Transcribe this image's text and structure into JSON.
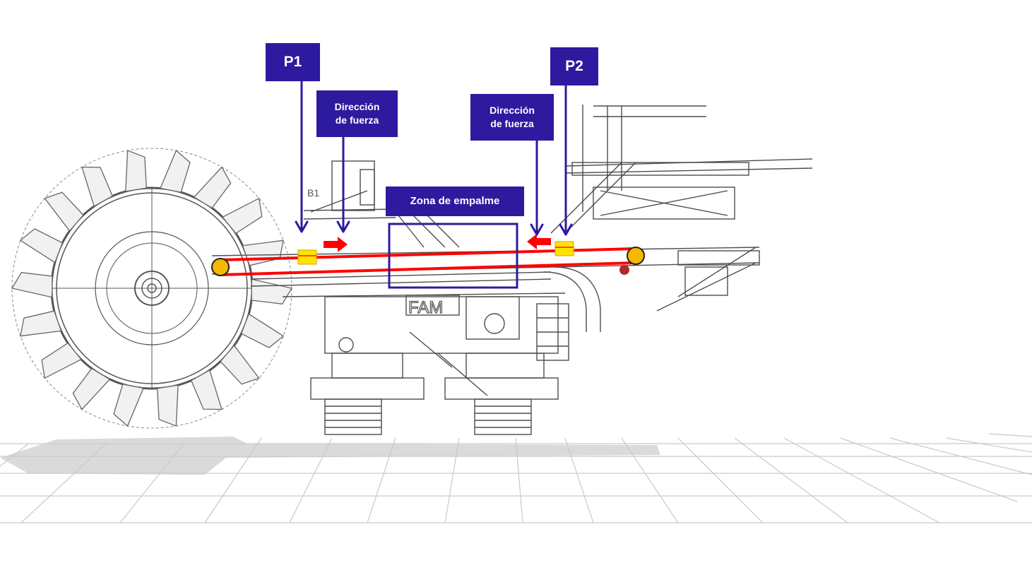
{
  "labels": {
    "p1": "P1",
    "p2": "P2",
    "direction_left": "Dirección\nde fuerza",
    "direction_right": "Dirección\nde fuerza",
    "splice_zone": "Zona de empalme"
  },
  "drawing_text": {
    "brand": "FAM",
    "section_mark": "B1"
  },
  "colors": {
    "label_fill": "#2e1a9e",
    "belt_line": "#ff0000",
    "pulley": "#f5b800",
    "sensor": "#ffe300",
    "drawing_stroke": "#555555",
    "grid": "#c8c8c8",
    "shadow": "#d9d9d9"
  }
}
